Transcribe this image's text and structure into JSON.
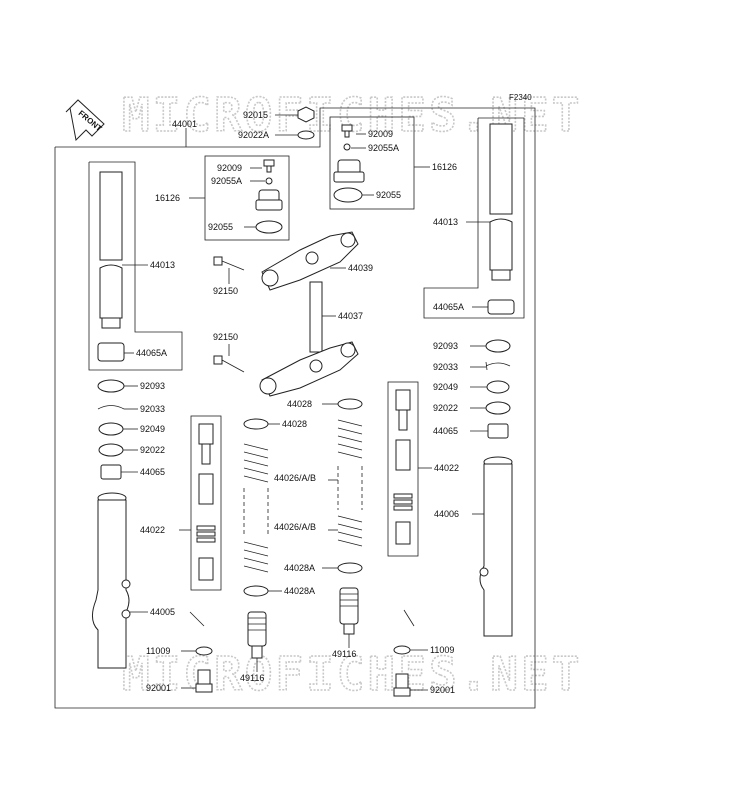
{
  "diagram_code": "F2340",
  "front_label": "FRONT",
  "watermark": "MICROFICHES.NET",
  "labels": {
    "p44001": "44001",
    "p92015": "92015",
    "p92022A": "92022A",
    "p92009_r": "92009",
    "p92055A_r": "92055A",
    "p16126_r": "16126",
    "p92055_r": "92055",
    "p92009_l": "92009",
    "p92055A_l": "92055A",
    "p16126_l": "16126",
    "p92055_l": "92055",
    "p44013_l": "44013",
    "p44013_r": "44013",
    "p44039": "44039",
    "p92150_a": "92150",
    "p44037": "44037",
    "p92150_b": "92150",
    "p44065A_l": "44065A",
    "p44065A_r": "44065A",
    "p92093_r": "92093",
    "p92033_r": "92033",
    "p92049_r": "92049",
    "p92022_r": "92022",
    "p44065_r": "44065",
    "p92093_l": "92093",
    "p92033_l": "92033",
    "p92049_l": "92049",
    "p92022_l": "92022",
    "p44065_l": "44065",
    "p44028_top": "44028",
    "p44028_mid": "44028",
    "p44026_a": "44026/A/B",
    "p44026_b": "44026/A/B",
    "p44022_r": "44022",
    "p44022_l": "44022",
    "p44006": "44006",
    "p44005": "44005",
    "p44028A_a": "44028A",
    "p44028A_b": "44028A",
    "p11009_l": "11009",
    "p11009_r": "11009",
    "p49116_l": "49116",
    "p49116_r": "49116",
    "p92001_l": "92001",
    "p92001_r": "92001"
  }
}
